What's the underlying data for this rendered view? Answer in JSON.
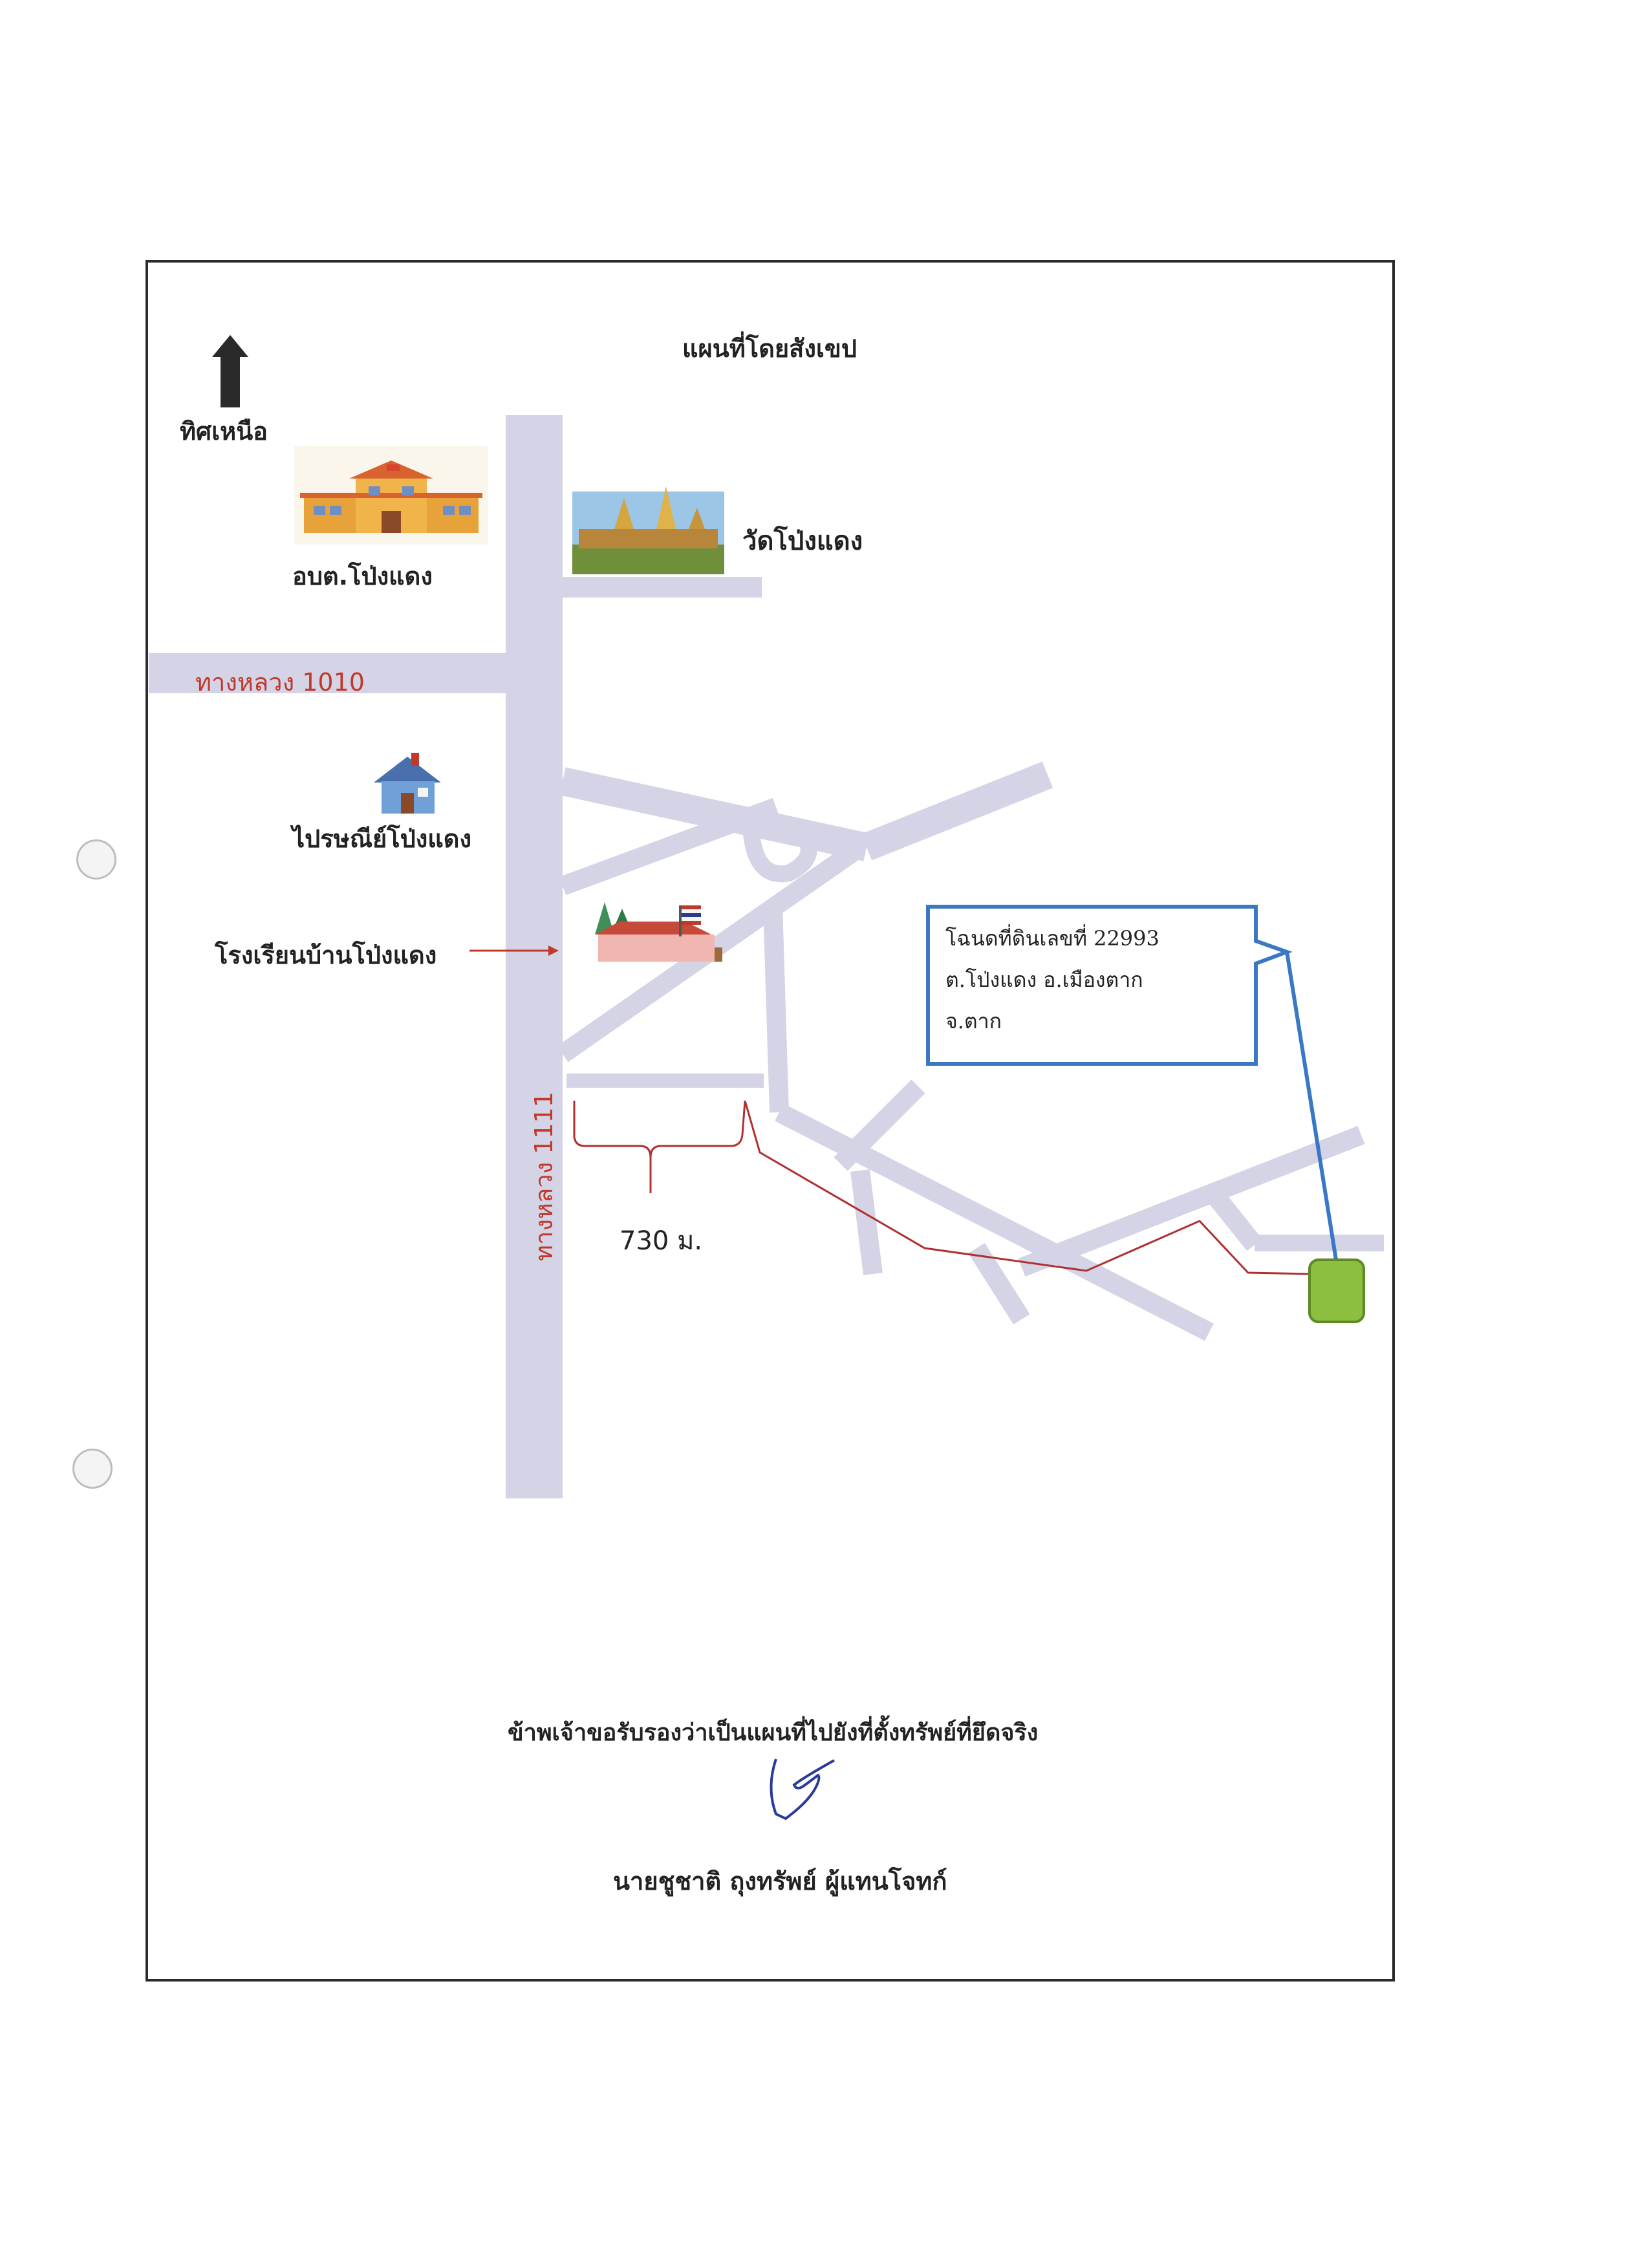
{
  "title": "แผนที่โดยสังเขป",
  "north": {
    "label": "ทิศเหนือ",
    "icon": "north-arrow-icon"
  },
  "roads": {
    "highway_1010": "ทางหลวง 1010",
    "highway_1111": "ทางหลวง 1111"
  },
  "places": {
    "sao_office": "อบต.โป่งแดง",
    "temple": "วัดโป่งแดง",
    "post_office": "ไปรษณีย์โป่งแดง",
    "school": "โรงเรียนบ้านโป่งแดง"
  },
  "distance": "730 ม.",
  "callout": {
    "line1": "โฉนดที่ดินเลขที่ 22993",
    "line2": "ต.โป่งแดง  อ.เมืองตาก",
    "line3": "จ.ตาก"
  },
  "certification": "ข้าพเจ้าขอรับรองว่าเป็นแผนที่ไปยังที่ตั้งทรัพย์ที่ยึดจริง",
  "signatory": "นายชูชาติ ถุงทรัพย์  ผู้แทนโจทก์",
  "colors": {
    "road": "#d4d4e6",
    "highway_label": "#c0392b",
    "route_line": "#b03030",
    "callout_border": "#3a78c4",
    "target_marker": "#8cbf3f",
    "signature_ink": "#2a3a9a"
  }
}
